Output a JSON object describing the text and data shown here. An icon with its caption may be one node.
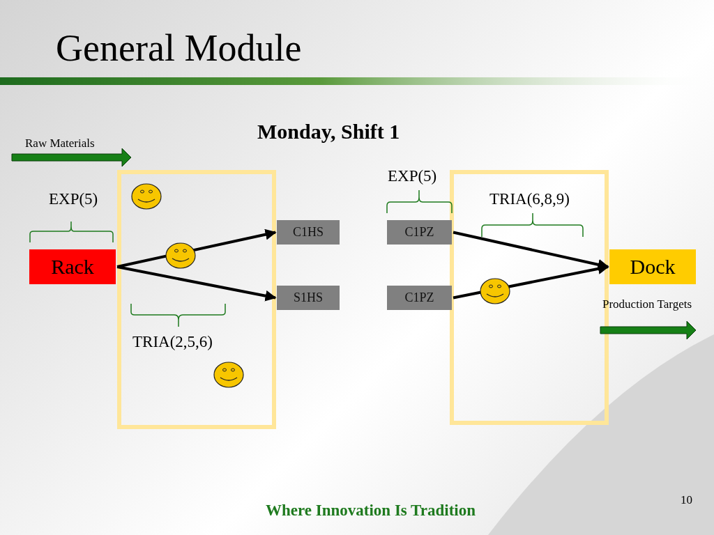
{
  "diagram": {
    "title": "General Module",
    "nodes": [
      {
        "text": [
          "Rack"
        ]
      },
      {
        "text": [
          "C1HS"
        ]
      },
      {
        "text": [
          "S1HS"
        ]
      },
      {
        "text": [
          "C1PZ"
        ]
      },
      {
        "text": [
          "C1PZ"
        ]
      },
      {
        "text": [
          "Dock"
        ]
      }
    ],
    "edges": [
      {
        "from": 0,
        "to": 1,
        "arrow": "to"
      },
      {
        "from": 0,
        "to": 2,
        "arrow": "to"
      },
      {
        "from": 3,
        "to": 5,
        "arrow": "to"
      },
      {
        "from": 4,
        "to": 5,
        "arrow": "to"
      }
    ],
    "labels": [
      "Monday, Shift 1",
      "Raw Materials",
      "EXP(5)",
      "EXP(5)",
      "TRIA(6,8,9)",
      "Production Targets",
      "TRIA(2,5,6)",
      "Where Innovation Is Tradition",
      "10"
    ]
  }
}
